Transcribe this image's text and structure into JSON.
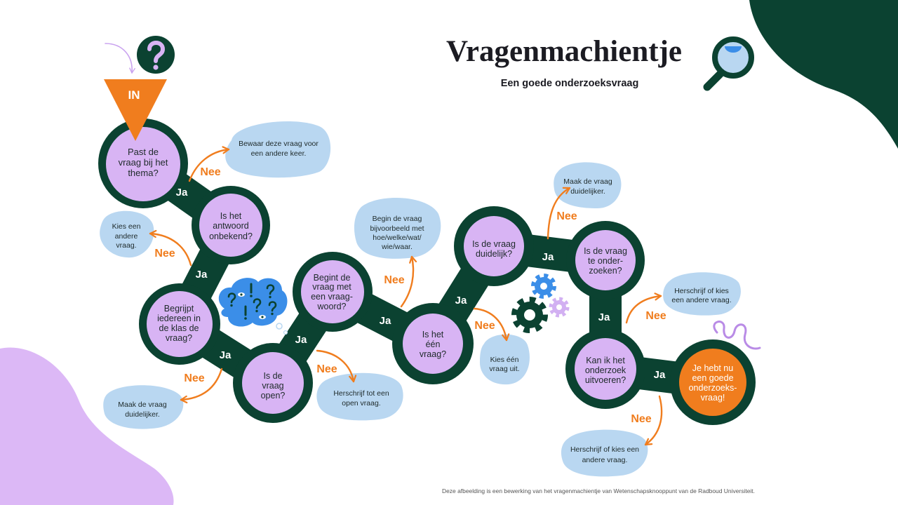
{
  "title": "Vragenmachientje",
  "subtitle": "Een goede onderzoeksvraag",
  "start_label": "IN",
  "yes_label": "Ja",
  "no_label": "Nee",
  "questions": [
    {
      "lines": [
        "Past de",
        "vraag bij het",
        "thema?"
      ]
    },
    {
      "lines": [
        "Is het",
        "antwoord",
        "onbekend?"
      ]
    },
    {
      "lines": [
        "Begrijpt",
        "iedereen in",
        "de klas de",
        "vraag?"
      ]
    },
    {
      "lines": [
        "Is de",
        "vraag",
        "open?"
      ]
    },
    {
      "lines": [
        "Begint de",
        "vraag met",
        "een vraag-",
        "woord?"
      ]
    },
    {
      "lines": [
        "Is het",
        "één",
        "vraag?"
      ]
    },
    {
      "lines": [
        "Is de vraag",
        "duidelijk?"
      ]
    },
    {
      "lines": [
        "Is de vraag",
        "te onder-",
        "zoeken?"
      ]
    },
    {
      "lines": [
        "Kan ik het",
        "onderzoek",
        "uitvoeren?"
      ]
    }
  ],
  "result": {
    "lines": [
      "Je hebt nu",
      "een goede",
      "onderzoeks-",
      "vraag!"
    ]
  },
  "advice": [
    {
      "lines": [
        "Bewaar deze vraag voor",
        "een andere keer."
      ]
    },
    {
      "lines": [
        "Kies een",
        "andere",
        "vraag."
      ]
    },
    {
      "lines": [
        "Maak de vraag",
        "duidelijker."
      ]
    },
    {
      "lines": [
        "Herschrijf tot een",
        "open vraag."
      ]
    },
    {
      "lines": [
        "Begin de vraag",
        "bijvoorbeeld met",
        "hoe/welke/wat/",
        "wie/waar."
      ]
    },
    {
      "lines": [
        "Kies één",
        "vraag uit."
      ]
    },
    {
      "lines": [
        "Maak de vraag",
        "duidelijker."
      ]
    },
    {
      "lines": [
        "Herschrijf of kies",
        "een andere vraag."
      ]
    },
    {
      "lines": [
        "Herschrijf of kies een",
        "andere vraag."
      ]
    }
  ],
  "footer": "Deze afbeelding is een bewerking van het vragenmachientje van Wetenschapsknooppunt van de Radboud Universiteit.",
  "colors": {
    "dark_green": "#0b4231",
    "purple": "#d8b4f4",
    "orange": "#f07d1e",
    "light_blue": "#b9d7f1",
    "blue": "#3b8ee8"
  },
  "icons": [
    "question-circle-icon",
    "magnifier-icon",
    "thought-bubble-icon",
    "gears-icon",
    "squiggle-icon",
    "curved-arrow-icon"
  ]
}
